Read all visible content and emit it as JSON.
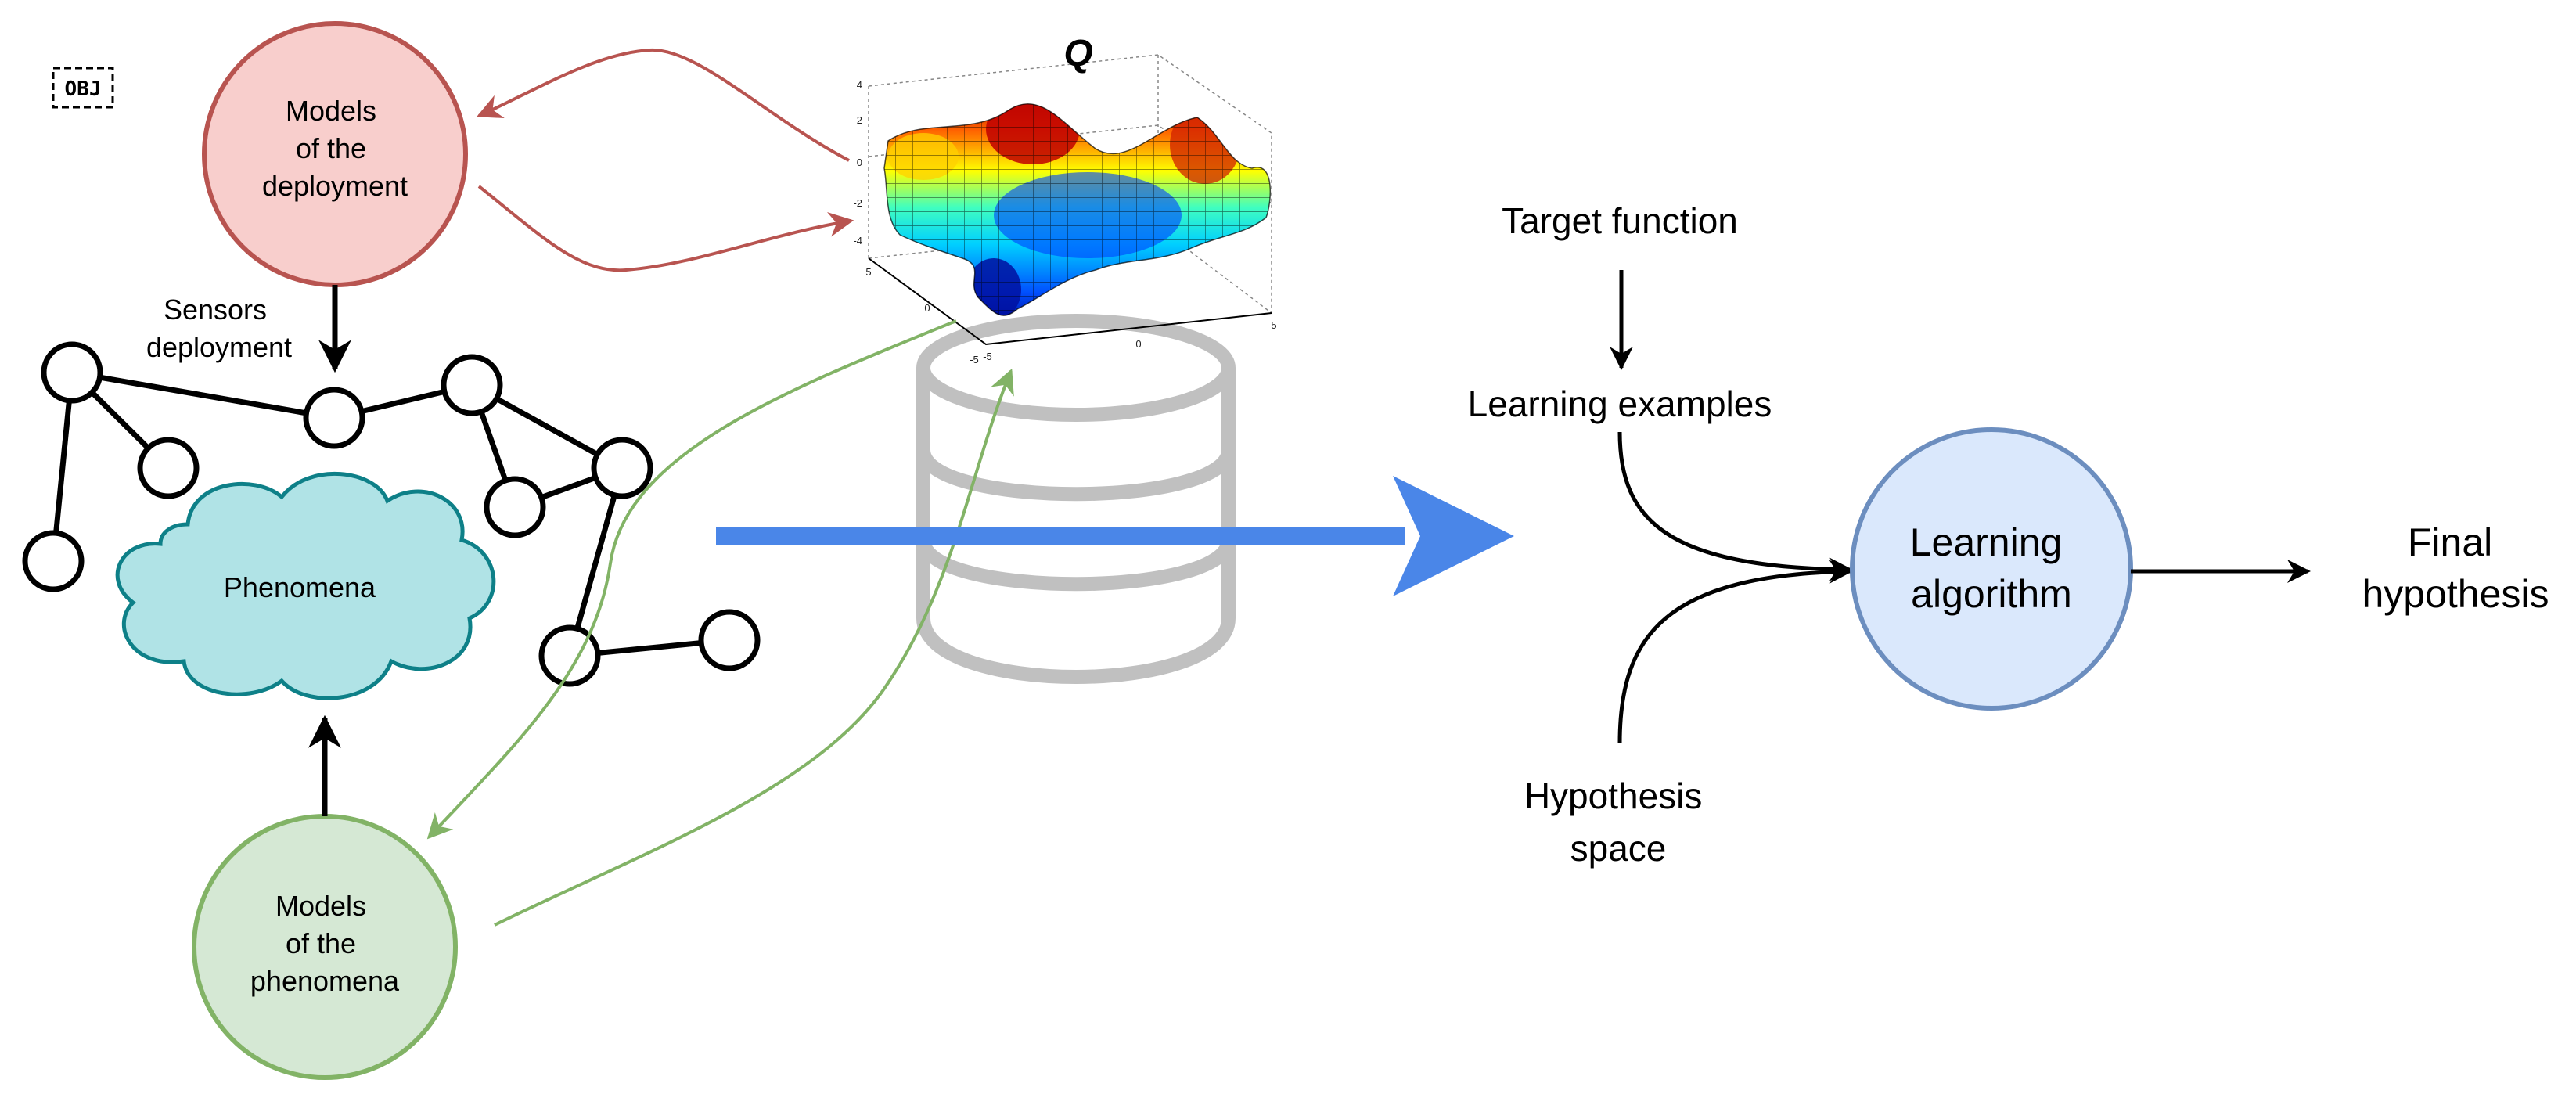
{
  "badge": "OBJ",
  "nodes": {
    "deployment_models": [
      "Models",
      "of the",
      "deployment"
    ],
    "sensors_deployment": [
      "Sensors",
      "deployment"
    ],
    "phenomena": "Phenomena",
    "phenomena_models": [
      "Models",
      "of the",
      "phenomena"
    ],
    "target_function": "Target function",
    "learning_examples": "Learning examples",
    "hypothesis_space": [
      "Hypothesis",
      "space"
    ],
    "learning_algorithm": [
      "Learning",
      "algorithm"
    ],
    "final_hypothesis": [
      "Final",
      "hypothesis"
    ]
  },
  "surface_plot": {
    "title": "Q",
    "z_ticks": [
      "4",
      "2",
      "0",
      "-2",
      "-4"
    ],
    "x_ticks": [
      "-5",
      "0",
      "5"
    ],
    "y_ticks": [
      "5",
      "0",
      "-5"
    ]
  },
  "colors": {
    "deployment_fill": "#f8cecc",
    "deployment_stroke": "#b85450",
    "phenomena_fill": "#b0e3e6",
    "phenomena_stroke": "#0e8088",
    "models_phen_fill": "#d5e8d4",
    "models_phen_stroke": "#82b366",
    "algorithm_fill": "#dae8fc",
    "algorithm_stroke": "#6c8ebf",
    "big_arrow": "#4a86e8",
    "database": "#c0c0c0"
  }
}
